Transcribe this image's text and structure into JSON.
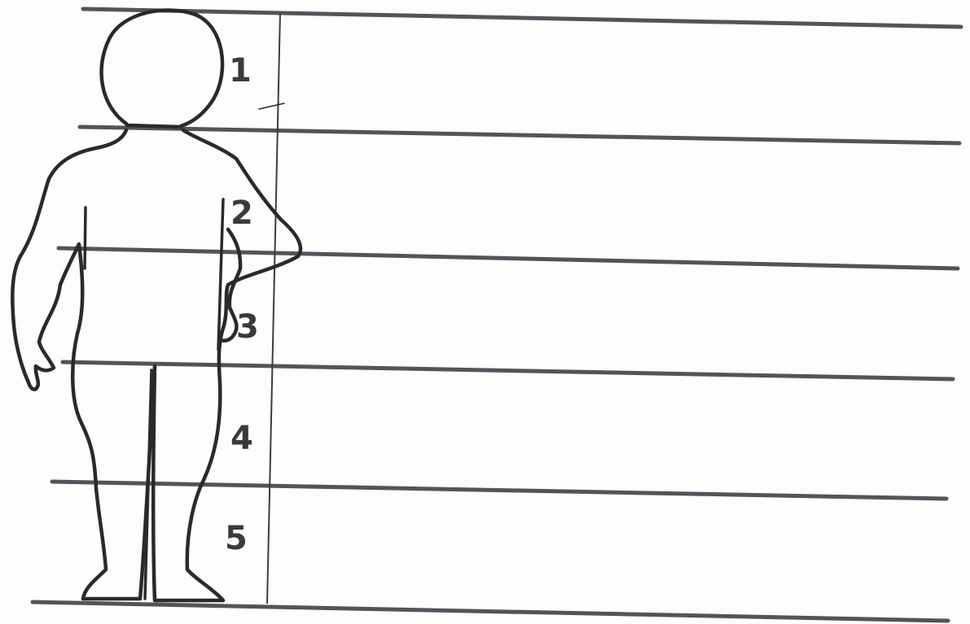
{
  "diagram": {
    "sections": [
      {
        "label": "1"
      },
      {
        "label": "2"
      },
      {
        "label": "3"
      },
      {
        "label": "4"
      },
      {
        "label": "5"
      }
    ]
  },
  "colors": {
    "ink": "#2a292d",
    "guide": "#55535a",
    "paper": "#fdfdfc"
  }
}
